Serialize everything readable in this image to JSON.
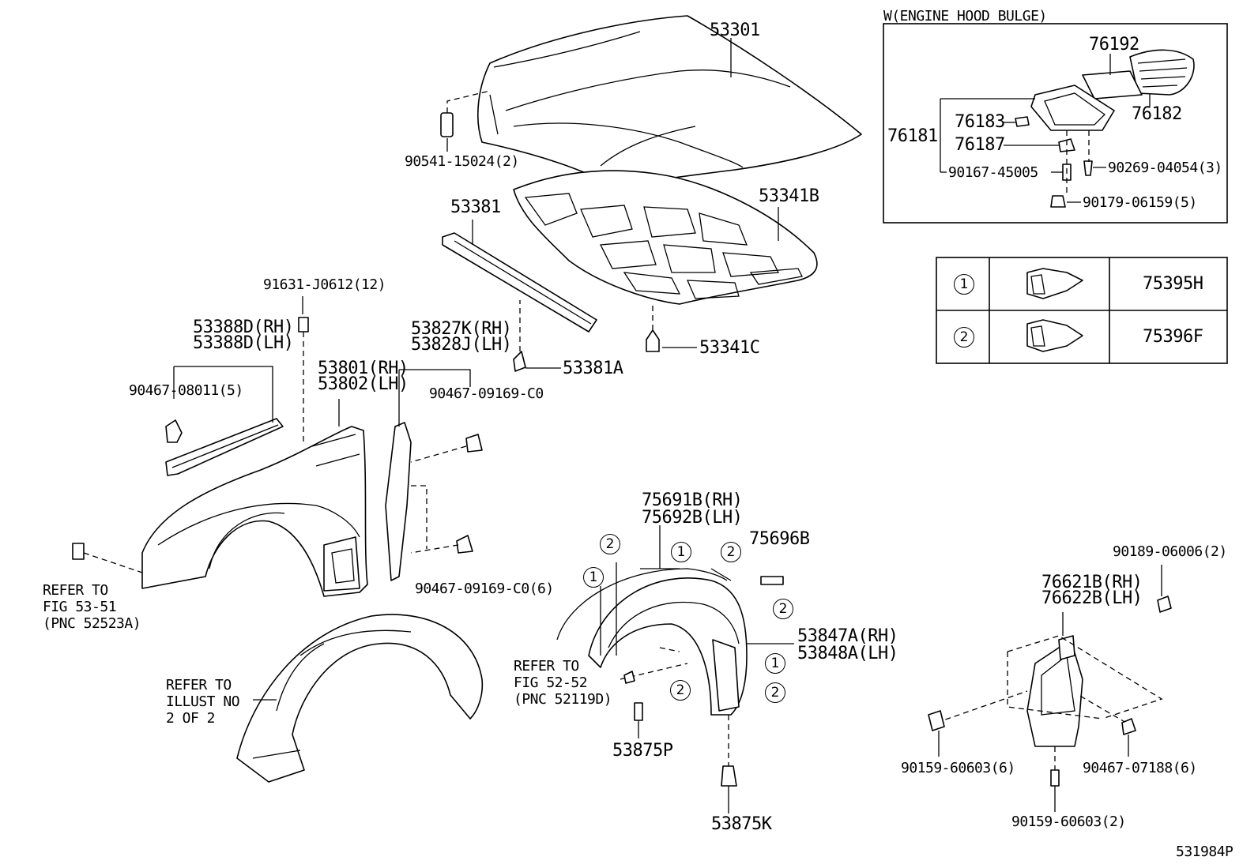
{
  "inset": {
    "title": "W(ENGINE HOOD BULGE)",
    "labels": {
      "p76192": "76192",
      "p76182": "76182",
      "p76181": "76181",
      "p76183": "76183",
      "p76187": "76187",
      "p90167": "90167-45005",
      "p90269": "90269-04054(3)",
      "p90179": "90179-06159(5)"
    }
  },
  "legend": {
    "rows": [
      {
        "marker": "1",
        "part": "75395H"
      },
      {
        "marker": "2",
        "part": "75396F"
      }
    ]
  },
  "labels": {
    "p53301": "53301",
    "p90541": "90541-15024(2)",
    "p53381": "53381",
    "p53341B": "53341B",
    "p53341C": "53341C",
    "p53381A": "53381A",
    "p91631": "91631-J0612(12)",
    "p53388D_rh": "53388D(RH)",
    "p53388D_lh": "53388D(LH)",
    "p90467_08011": "90467-08011(5)",
    "p53801": "53801(RH)",
    "p53802": "53802(LH)",
    "p53827K": "53827K(RH)",
    "p53828J": "53828J(LH)",
    "p90467_09169_a": "90467-09169-C0",
    "p90467_09169_b": "90467-09169-C0(6)",
    "refer1_l1": "REFER TO",
    "refer1_l2": "FIG 53-51",
    "refer1_l3": "(PNC 52523A)",
    "refer2_l1": "REFER TO",
    "refer2_l2": "ILLUST NO",
    "refer2_l3": "2 OF 2",
    "p75691B": "75691B(RH)",
    "p75692B": "75692B(LH)",
    "p75696B": "75696B",
    "p53847A": "53847A(RH)",
    "p53848A": "53848A(LH)",
    "refer3_l1": "REFER TO",
    "refer3_l2": "FIG 52-52",
    "refer3_l3": "(PNC 52119D)",
    "p53875P": "53875P",
    "p53875K": "53875K",
    "p90189": "90189-06006(2)",
    "p76621B": "76621B(RH)",
    "p76622B": "76622B(LH)",
    "p90159_a": "90159-60603(6)",
    "p90467_07188": "90467-07188(6)",
    "p90159_b": "90159-60603(2)",
    "diagram_id": "531984P"
  },
  "markers": {
    "one": "1",
    "two": "2"
  }
}
